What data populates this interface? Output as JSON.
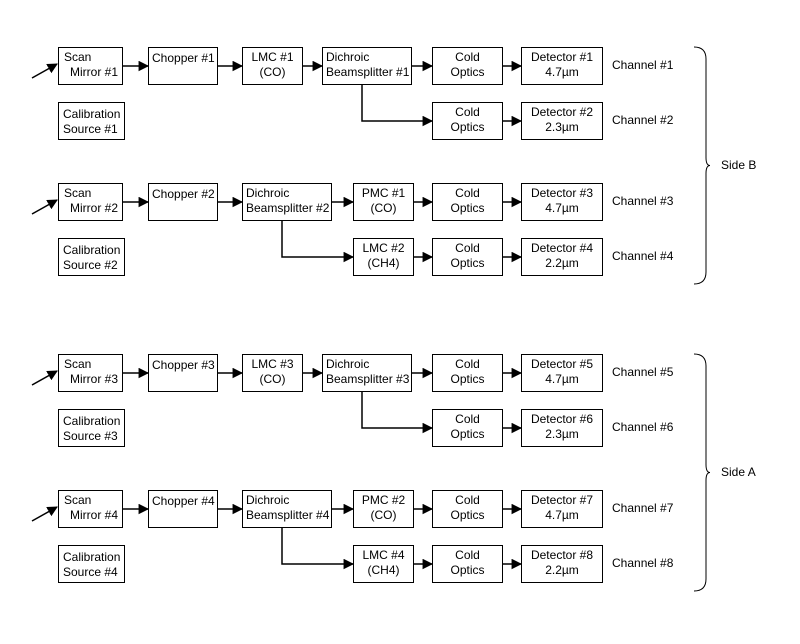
{
  "groups": [
    {
      "side_label": "Side B",
      "rows": [
        {
          "scan": [
            "Scan",
            "Mirror #1"
          ],
          "calibration": [
            "Calibration",
            "Source #1"
          ],
          "chopper": "Chopper #1",
          "top": {
            "modulator": [
              "LMC #1",
              "(CO)"
            ],
            "splitter": [
              "Dichroic",
              "Beamsplitter #1"
            ],
            "optics": [
              "Cold",
              "Optics"
            ],
            "detector": [
              "Detector #1",
              "4.7µm"
            ],
            "channel": "Channel #1"
          },
          "bottom": {
            "modulator": null,
            "optics": [
              "Cold",
              "Optics"
            ],
            "detector": [
              "Detector #2",
              "2.3µm"
            ],
            "channel": "Channel #2"
          }
        },
        {
          "scan": [
            "Scan",
            "Mirror #2"
          ],
          "calibration": [
            "Calibration",
            "Source #2"
          ],
          "chopper": "Chopper #2",
          "top": {
            "splitter": [
              "Dichroic",
              "Beamsplitter #2"
            ],
            "modulator": [
              "PMC #1",
              "(CO)"
            ],
            "optics": [
              "Cold",
              "Optics"
            ],
            "detector": [
              "Detector #3",
              "4.7µm"
            ],
            "channel": "Channel #3"
          },
          "bottom": {
            "modulator": [
              "LMC #2",
              "(CH4)"
            ],
            "optics": [
              "Cold",
              "Optics"
            ],
            "detector": [
              "Detector #4",
              "2.2µm"
            ],
            "channel": "Channel #4"
          }
        }
      ]
    },
    {
      "side_label": "Side A",
      "rows": [
        {
          "scan": [
            "Scan",
            "Mirror #3"
          ],
          "calibration": [
            "Calibration",
            "Source #3"
          ],
          "chopper": "Chopper #3",
          "top": {
            "modulator": [
              "LMC #3",
              "(CO)"
            ],
            "splitter": [
              "Dichroic",
              "Beamsplitter #3"
            ],
            "optics": [
              "Cold",
              "Optics"
            ],
            "detector": [
              "Detector #5",
              "4.7µm"
            ],
            "channel": "Channel #5"
          },
          "bottom": {
            "modulator": null,
            "optics": [
              "Cold",
              "Optics"
            ],
            "detector": [
              "Detector #6",
              "2.3µm"
            ],
            "channel": "Channel #6"
          }
        },
        {
          "scan": [
            "Scan",
            "Mirror #4"
          ],
          "calibration": [
            "Calibration",
            "Source #4"
          ],
          "chopper": "Chopper #4",
          "top": {
            "splitter": [
              "Dichroic",
              "Beamsplitter #4"
            ],
            "modulator": [
              "PMC #2",
              "(CO)"
            ],
            "optics": [
              "Cold",
              "Optics"
            ],
            "detector": [
              "Detector #7",
              "4.7µm"
            ],
            "channel": "Channel #7"
          },
          "bottom": {
            "modulator": [
              "LMC #4",
              "(CH4)"
            ],
            "optics": [
              "Cold",
              "Optics"
            ],
            "detector": [
              "Detector #8",
              "2.2µm"
            ],
            "channel": "Channel #8"
          }
        }
      ]
    }
  ]
}
